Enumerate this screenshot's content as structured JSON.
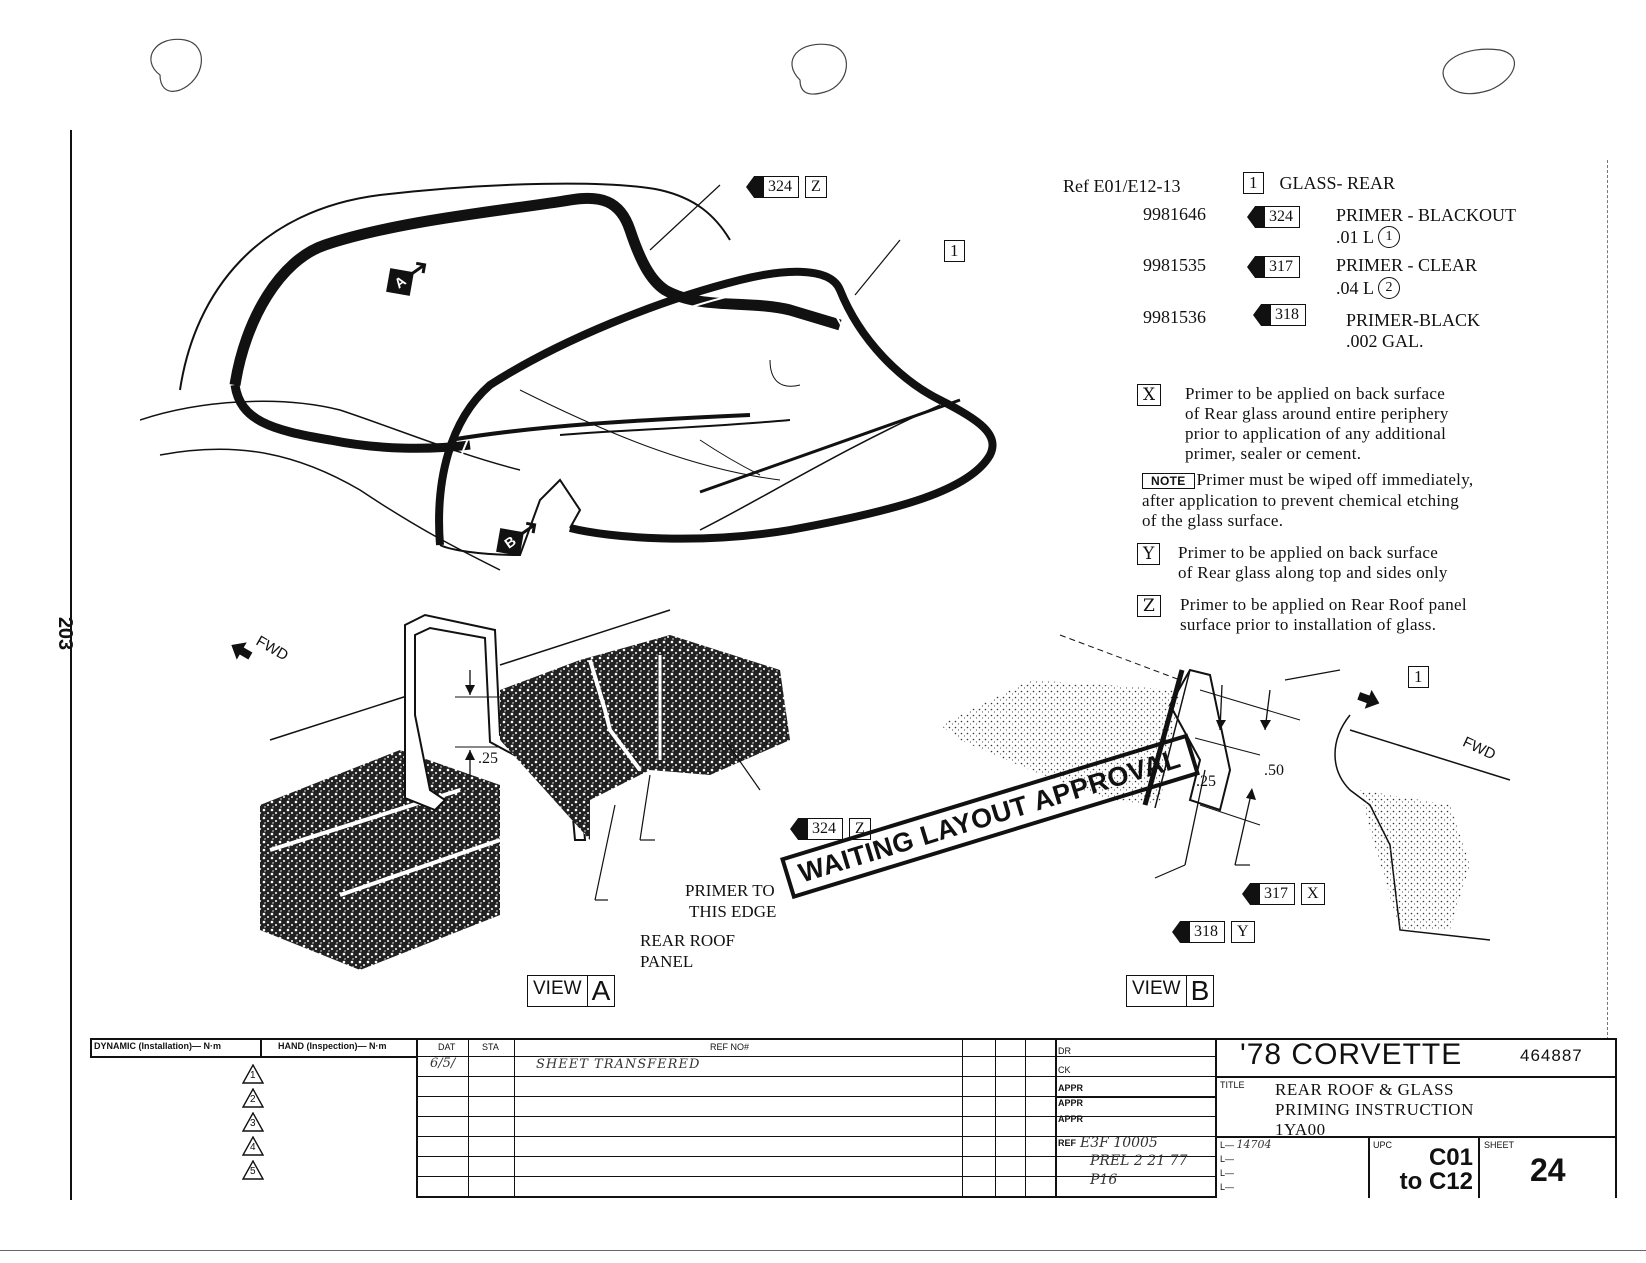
{
  "page_number": "203",
  "reference": "Ref E01/E12-13",
  "legend": {
    "part": {
      "index": "1",
      "name": "GLASS- REAR"
    },
    "materials": [
      {
        "part_no": "9981646",
        "code": "324",
        "name": "PRIMER - BLACKOUT",
        "qty": ".01 L",
        "qty_mark": "1"
      },
      {
        "part_no": "9981535",
        "code": "317",
        "name": "PRIMER - CLEAR",
        "qty": ".04 L",
        "qty_mark": "2"
      },
      {
        "part_no": "9981536",
        "code": "318",
        "name": "PRIMER-BLACK",
        "qty": ".002 GAL."
      }
    ]
  },
  "notes": {
    "x": {
      "letter": "X",
      "lines": [
        "Primer to be applied on back surface",
        "of Rear glass around entire periphery",
        "prior to application of any additional",
        "primer, sealer or cement."
      ]
    },
    "note": {
      "label": "NOTE",
      "lines": [
        "Primer must be wiped off immediately,",
        "after application to prevent chemical etching",
        "of the glass surface."
      ]
    },
    "y": {
      "letter": "Y",
      "lines": [
        "Primer to be applied on back surface",
        "of Rear glass along top and sides only"
      ]
    },
    "z": {
      "letter": "Z",
      "lines": [
        "Primer to be applied on Rear Roof panel",
        "surface prior to installation of glass."
      ]
    }
  },
  "callouts": {
    "main_324": {
      "code": "324",
      "letter": "Z"
    },
    "main_part": "1",
    "view_a_tag": "A",
    "view_b_tag": "B",
    "view_a_324": {
      "code": "324",
      "letter": "Z"
    },
    "view_b_317": {
      "code": "317",
      "letter": "X"
    },
    "view_b_318": {
      "code": "318",
      "letter": "Y"
    },
    "view_b_part": "1"
  },
  "view_a": {
    "fwd": "FWD",
    "dim": ".25",
    "primer_edge": [
      "PRIMER TO",
      "THIS EDGE"
    ],
    "panel": [
      "REAR ROOF",
      "PANEL"
    ],
    "label_view": "VIEW",
    "label_letter": "A"
  },
  "view_b": {
    "fwd": "FWD",
    "dim1": ".25",
    "dim2": ".50",
    "label_view": "VIEW",
    "label_letter": "B"
  },
  "stamp": "WAITING LAYOUT APPROVAL",
  "title_block": {
    "dynamic_header": "DYNAMIC (Installation)— N·m",
    "hand_header": "HAND (Inspection)— N·m",
    "col_dat": "DAT",
    "col_sta": "STA",
    "col_ref": "REF NO#",
    "rev_entry": "SHEET TRANSFERED",
    "rev_date": "6/5/",
    "triangles": [
      "1",
      "2",
      "3",
      "4",
      "5"
    ],
    "dr": "DR",
    "ck": "CK",
    "appr": [
      "APPR",
      "APPR",
      "APPR"
    ],
    "ref_label": "REF",
    "ref_hand": [
      "E3F 10005",
      "PREL 2 21 77",
      "P16"
    ],
    "model": "'78 CORVETTE",
    "part_number": "464887",
    "title_label": "TITLE",
    "title_lines": [
      "REAR ROOF & GLASS",
      "PRIMING INSTRUCTION",
      "1YA00"
    ],
    "l_labels": [
      "L—",
      "L—",
      "L—",
      "L—"
    ],
    "l_hand": "14704",
    "upc_label": "UPC",
    "upc_value": [
      "C01",
      "to C12"
    ],
    "sheet_label": "SHEET",
    "sheet_value": "24"
  }
}
